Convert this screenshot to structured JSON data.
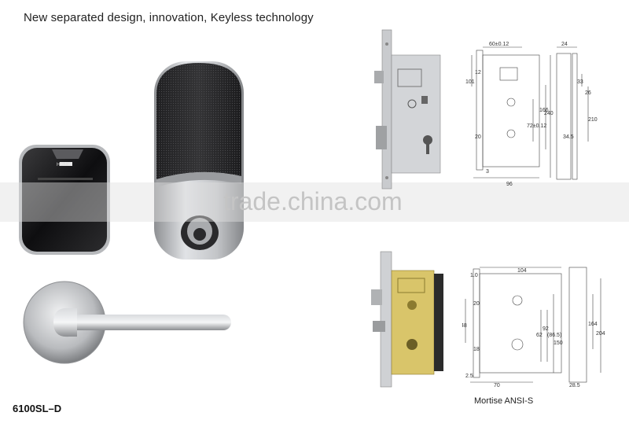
{
  "headline": "New separated design, innovation, Keyless technology",
  "model": "6100SL–D",
  "caption": "Mortise ANSI-S",
  "watermark": "trade.china.com",
  "reader_logo": "HUNE",
  "top_drawing": {
    "width_label": "60±0.12",
    "d12": "12",
    "d101": "101",
    "d166": "166",
    "d72": "72±0.12",
    "d20": "20",
    "d3": "3",
    "d96": "96",
    "d24": "24",
    "d33": "33",
    "d26": "26",
    "d240": "240",
    "d210": "210",
    "d34_5": "34.5"
  },
  "bottom_drawing": {
    "d1_0": "1.0",
    "d104": "104",
    "d20": "20",
    "d48": "48",
    "d8": "8",
    "d62": "62",
    "d92": "92",
    "d86_5": "(86.5)",
    "d150": "150",
    "d18": "18",
    "d2_5": "2.5",
    "d70": "70",
    "d164": "164",
    "d204": "204",
    "d28_5": "28.5"
  },
  "colors": {
    "lock_black": "#1d1d1f",
    "satin": "#c9cbce",
    "brass": "#d9c56a"
  }
}
